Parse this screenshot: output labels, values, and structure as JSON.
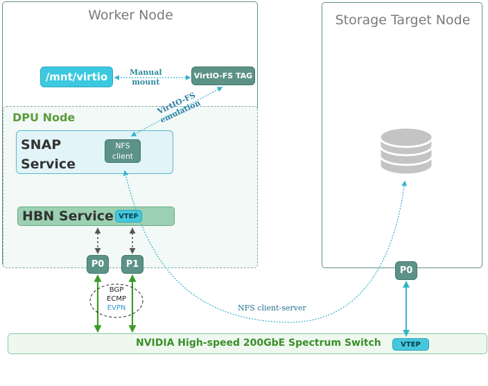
{
  "worker_node": {
    "title": "Worker Node"
  },
  "storage_node": {
    "title": "Storage Target Node",
    "p0_label": "P0",
    "db_icon": "database-icon"
  },
  "mount_path": "/mnt/virtio",
  "virtiofs_tag": "VirtIO-FS TAG",
  "manual_mount": {
    "line1": "Manual",
    "line2": "mount"
  },
  "virtiofs_emulation": {
    "line1": "VirtIO-FS",
    "line2": "emulation"
  },
  "dpu_node": {
    "title": "DPU Node",
    "snap": {
      "line1": "SNAP",
      "line2": "Service",
      "nfs_line1": "NFS",
      "nfs_line2": "client"
    },
    "hbn": {
      "label": "HBN Service",
      "vtep": "VTEP"
    },
    "ports": {
      "p0": "P0",
      "p1": "P1"
    }
  },
  "routing": {
    "bgp": "BGP",
    "ecmp": "ECMP",
    "evpn": "EVPN"
  },
  "nfs_client_server": "NFS client-server",
  "switch": {
    "label": "NVIDIA High-speed 200GbE Spectrum Switch",
    "vtep": "VTEP"
  },
  "colors": {
    "teal_dark": "#5d9287",
    "cyan": "#3cc9e0",
    "green_text": "#3a8f2a",
    "arrow_green": "#3c9a2a",
    "dashed_cyan": "#36b3cf"
  }
}
